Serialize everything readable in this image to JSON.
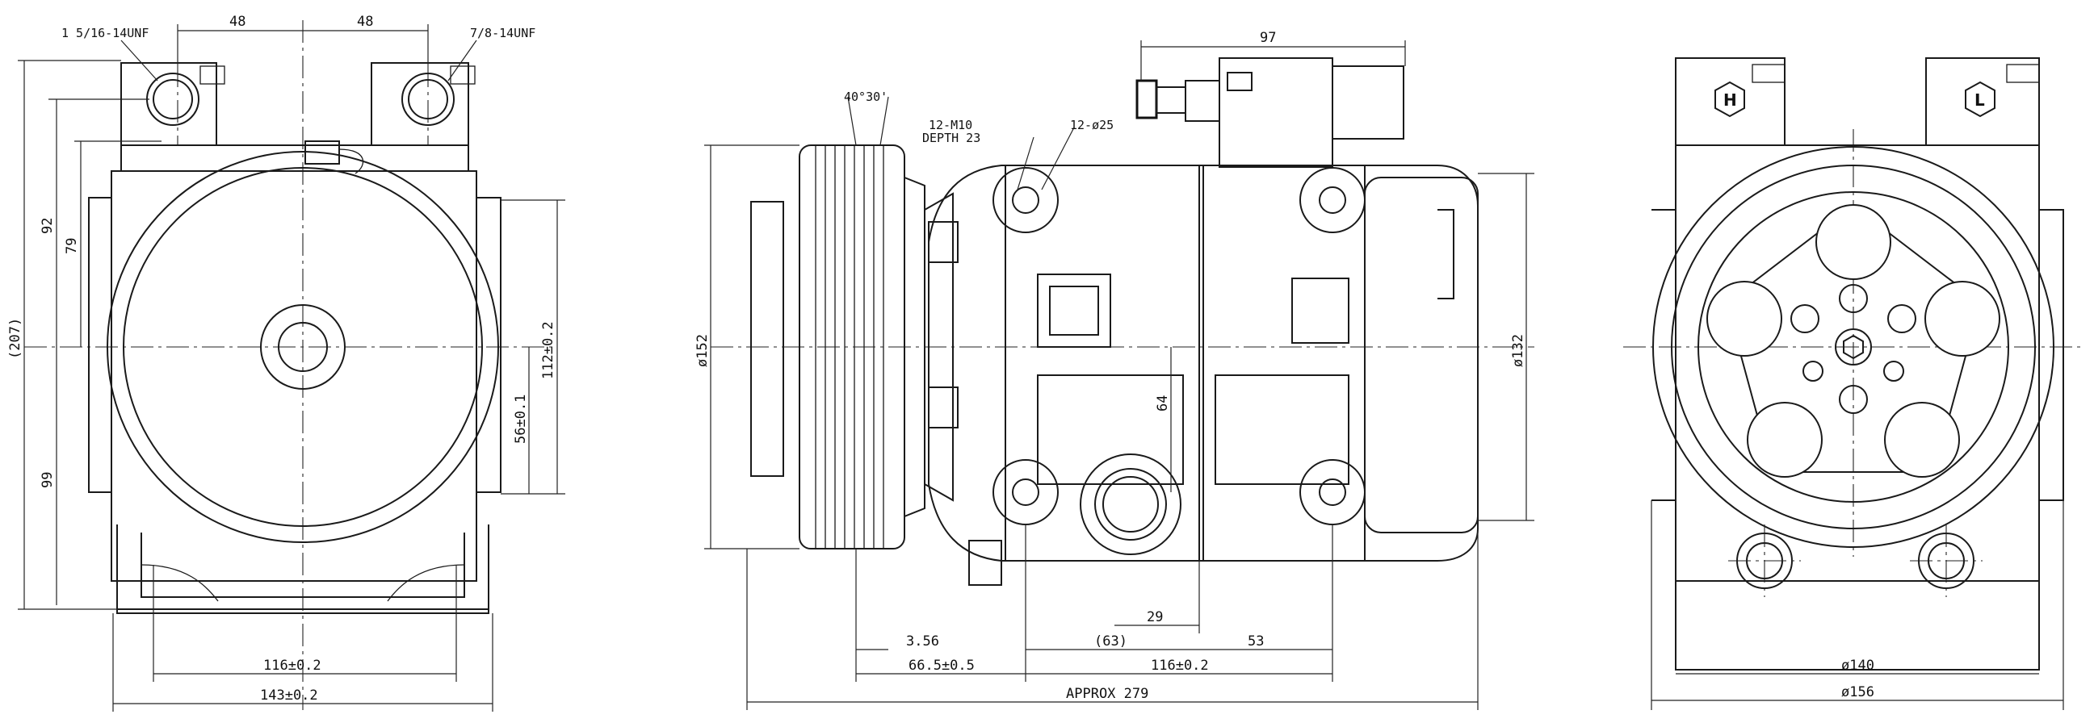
{
  "left_view": {
    "thread_left": "1 5/16-14UNF",
    "thread_right": "7/8-14UNF",
    "dim_port_left": "48",
    "dim_port_right": "48",
    "dim_total_height": "(207)",
    "dim_upper": "92",
    "dim_upper_inner": "79",
    "dim_lower": "99",
    "dim_mount_spacing": "112±0.2",
    "dim_mount_offset": "56±0.1",
    "dim_base_inner": "116±0.2",
    "dim_base_outer": "143±0.2"
  },
  "side_view": {
    "dim_top": "97",
    "groove_angle": "40°30'",
    "tap_spec_line1": "12-M10",
    "tap_spec_line2": "DEPTH 23",
    "bolt_circle": "12-ø25",
    "pulley_dia": "ø152",
    "body_dia": "ø132",
    "dim_64": "64",
    "dim_29": "29",
    "dim_356": "3.56",
    "dim_63": "(63)",
    "dim_53": "53",
    "dim_665": "66.5±0.5",
    "dim_116": "116±0.2",
    "dim_overall": "APPROX 279"
  },
  "right_view": {
    "port_high": "H",
    "port_low": "L",
    "dia_inner": "ø140",
    "dia_outer": "ø156"
  }
}
